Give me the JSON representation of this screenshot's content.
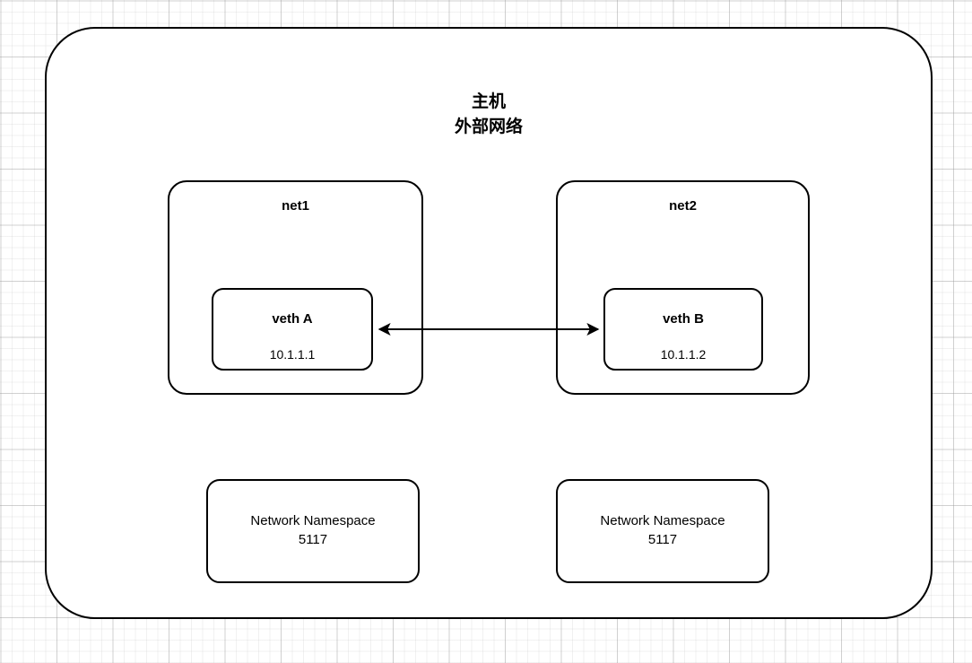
{
  "diagram": {
    "host": {
      "title": "主机\n外部网络"
    },
    "networks": [
      {
        "label": "net1",
        "interface": {
          "name": "veth A",
          "ip": "10.1.1.1"
        }
      },
      {
        "label": "net2",
        "interface": {
          "name": "veth B",
          "ip": "10.1.1.2"
        }
      }
    ],
    "namespaces": [
      {
        "text": "Network Namespace\n5117"
      },
      {
        "text": "Network Namespace\n5117"
      }
    ],
    "connector": {
      "kind": "double-headed-arrow",
      "from": "veth A",
      "to": "veth B"
    },
    "colors": {
      "stroke": "#000000",
      "background": "#ffffff",
      "grid_major": "#969696",
      "grid_minor": "#aaaaaa"
    }
  }
}
